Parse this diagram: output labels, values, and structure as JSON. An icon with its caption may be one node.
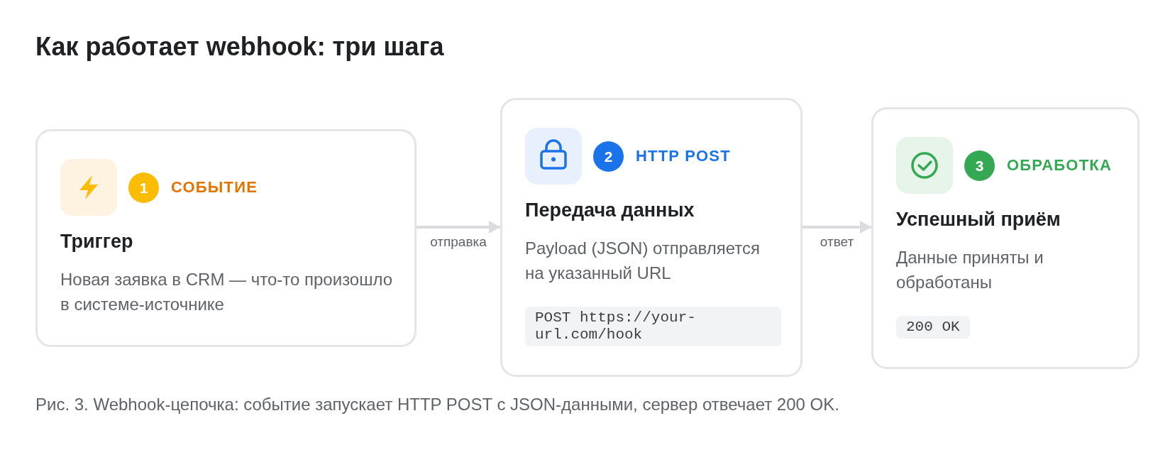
{
  "diagram": {
    "title": "Как работает webhook: три шага",
    "caption": "Рис. 3. Webhook-цепочка: событие запускает HTTP POST с JSON-данными, сервер отвечает 200 OK.",
    "nodes": [
      {
        "text": [
          "1",
          "СОБЫТИЕ",
          "Триггер",
          "Новая заявка в CRM — что-то произошло в системе-источнике"
        ]
      },
      {
        "text": [
          "2",
          "HTTP POST",
          "Передача данных",
          "Payload (JSON) отправляется на указанный URL",
          "POST https://your-url.com/hook"
        ]
      },
      {
        "text": [
          "3",
          "ОБРАБОТКА",
          "Успешный приём",
          "Данные приняты и обработаны",
          "200 OK"
        ]
      }
    ],
    "edges": [
      {
        "from": 0,
        "to": 1,
        "arrow": "to",
        "label": "отправка"
      },
      {
        "from": 1,
        "to": 2,
        "arrow": "to",
        "label": "ответ"
      }
    ]
  }
}
